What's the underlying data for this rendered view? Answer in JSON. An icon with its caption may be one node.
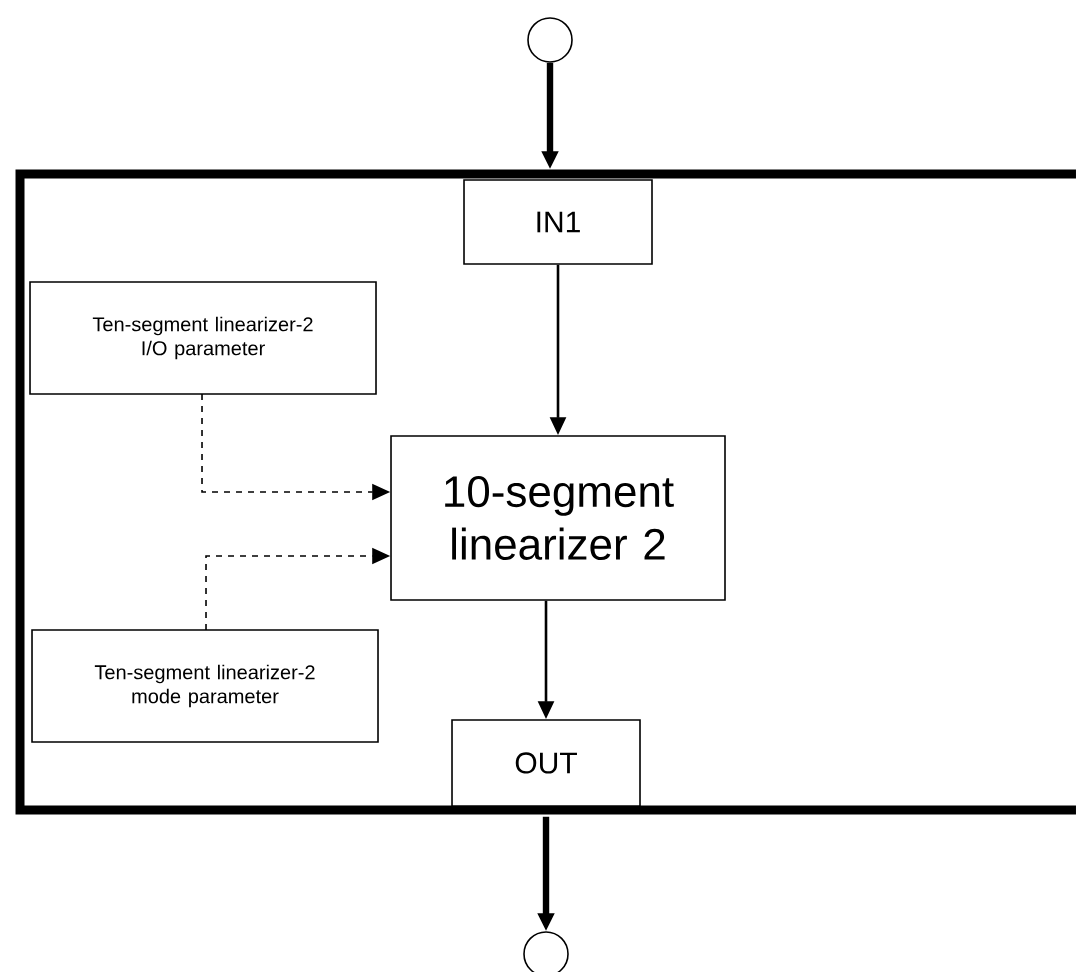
{
  "diagram": {
    "nodes": [
      {
        "text": [],
        "shape": "circle"
      },
      {
        "text": [],
        "shape": "box"
      },
      {
        "text": [
          "IN1"
        ],
        "in": 1
      },
      {
        "text": [
          "Ten-segment linearizer-2 I/O parameter"
        ],
        "in": 1
      },
      {
        "text": [
          "10-segment linearizer 2"
        ],
        "in": 1
      },
      {
        "text": [
          "Ten-segment linearizer-2 mode parameter"
        ],
        "in": 1
      },
      {
        "text": [
          "OUT"
        ],
        "in": 1
      },
      {
        "text": [],
        "shape": "circle"
      }
    ],
    "edges": [
      {
        "from": 0,
        "to": 2,
        "arrow": "to",
        "style": "thick"
      },
      {
        "from": 2,
        "to": 4,
        "arrow": "to"
      },
      {
        "from": 3,
        "to": 4,
        "arrow": "to",
        "style": "dashed"
      },
      {
        "from": 5,
        "to": 4,
        "arrow": "to",
        "style": "dashed"
      },
      {
        "from": 4,
        "to": 6,
        "arrow": "to"
      },
      {
        "from": 6,
        "to": 7,
        "arrow": "to",
        "style": "thick"
      }
    ]
  }
}
